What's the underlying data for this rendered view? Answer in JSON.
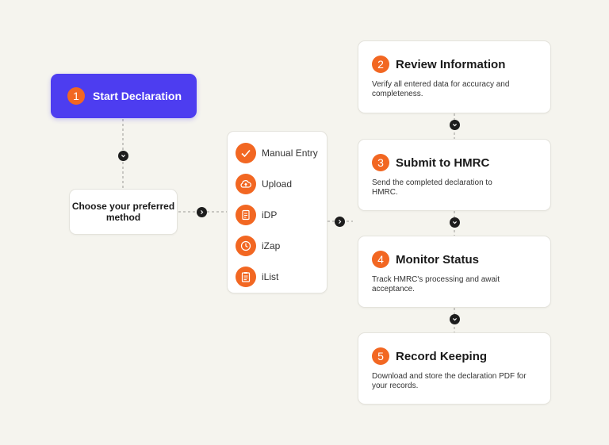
{
  "start": {
    "number": "1",
    "title": "Start Declaration"
  },
  "choose": {
    "title": "Choose your preferred method"
  },
  "methods": [
    {
      "label": "Manual Entry",
      "icon": "check-icon"
    },
    {
      "label": "Upload",
      "icon": "cloud-upload-icon"
    },
    {
      "label": "iDP",
      "icon": "document-icon"
    },
    {
      "label": "iZap",
      "icon": "clock-icon"
    },
    {
      "label": "iList",
      "icon": "clipboard-list-icon"
    }
  ],
  "steps": [
    {
      "number": "2",
      "title": "Review Information",
      "description": "Verify all entered data for accuracy and completeness."
    },
    {
      "number": "3",
      "title": "Submit to HMRC",
      "description": "Send the completed declaration to HMRC."
    },
    {
      "number": "4",
      "title": "Monitor Status",
      "description": "Track HMRC's processing and await acceptance."
    },
    {
      "number": "5",
      "title": "Record Keeping",
      "description": "Download and store the declaration PDF for your records."
    }
  ],
  "colors": {
    "accent": "#f26722",
    "start_bg": "#4d3df0",
    "background": "#f5f4ee",
    "connector": "#1d1d1d"
  }
}
